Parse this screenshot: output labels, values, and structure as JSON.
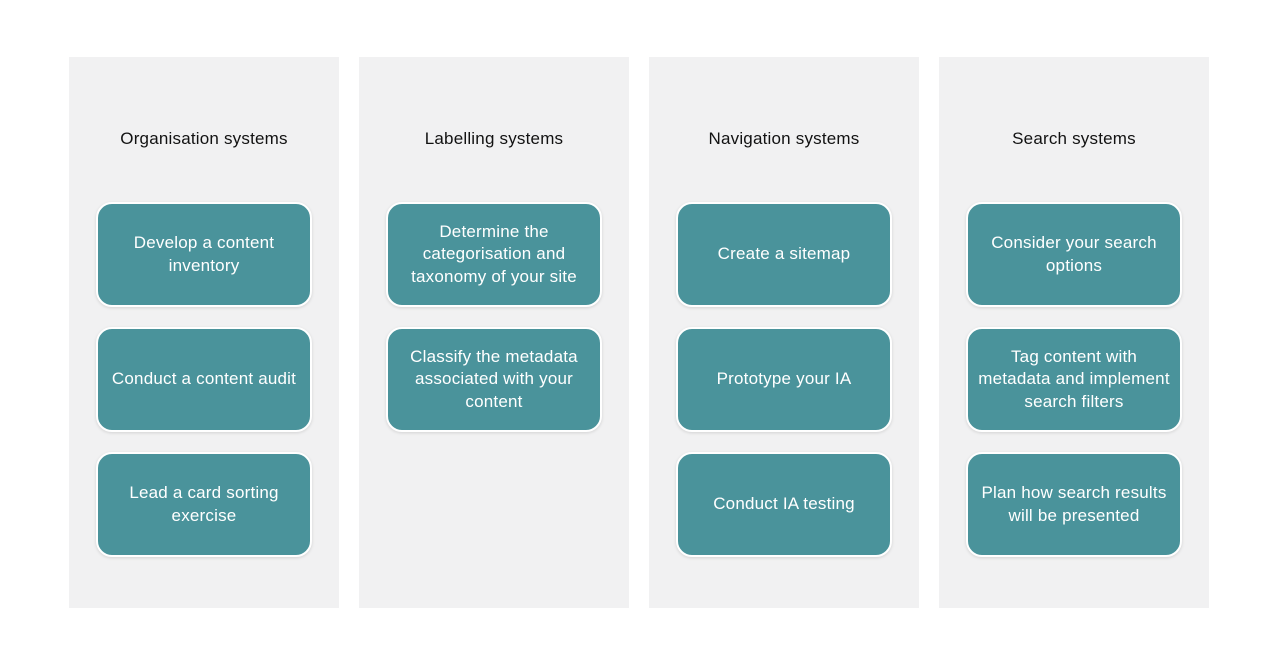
{
  "page": {
    "background_color": "#ffffff"
  },
  "board": {
    "column_bg_color": "#f1f1f2",
    "card_bg_color": "#4a939b",
    "card_text_color": "#ffffff",
    "title_text_color": "#121212",
    "columns": [
      {
        "title": "Organisation systems",
        "cards": [
          "Develop a content inventory",
          "Conduct a content audit",
          "Lead a card sorting exercise"
        ]
      },
      {
        "title": "Labelling systems",
        "cards": [
          "Determine the categorisation and taxonomy of your site",
          "Classify the metadata associated with your content"
        ]
      },
      {
        "title": "Navigation systems",
        "cards": [
          "Create a sitemap",
          "Prototype your IA",
          "Conduct IA testing"
        ]
      },
      {
        "title": "Search systems",
        "cards": [
          "Consider your search options",
          "Tag content with metadata and implement search filters",
          "Plan how search results will be presented"
        ]
      }
    ]
  }
}
